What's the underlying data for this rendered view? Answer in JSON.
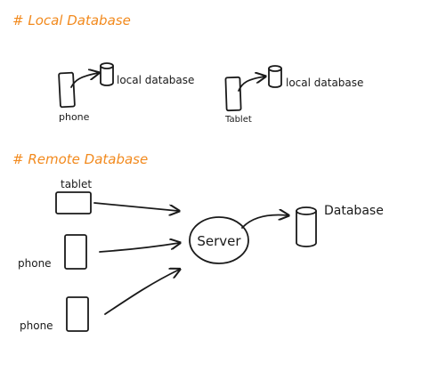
{
  "sections": {
    "local": {
      "heading": "# Local Database"
    },
    "remote": {
      "heading": "# Remote Database"
    }
  },
  "local": {
    "left": {
      "device_label": "phone",
      "db_label": "local database"
    },
    "right": {
      "device_label": "Tablet",
      "db_label": "local database"
    }
  },
  "remote": {
    "tablet_label": "tablet",
    "phone1_label": "phone",
    "phone2_label": "phone",
    "server_label": "Server",
    "db_label": "Database"
  },
  "colors": {
    "heading": "#f28a1e",
    "ink": "#1a1a1a"
  }
}
